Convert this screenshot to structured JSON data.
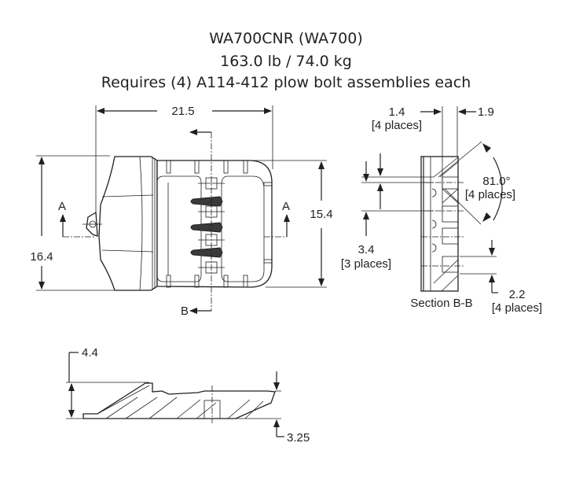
{
  "header": {
    "model": "WA700CNR (WA700)",
    "weight": "163.0 lb / 74.0 kg",
    "requirement": "Requires (4) A114-412 plow bolt assemblies each"
  },
  "top_view": {
    "width_dim": "21.5",
    "overall_height_dim": "16.4",
    "inner_height_dim": "15.4",
    "section_a_left": "A",
    "section_a_right": "A",
    "section_b": "B"
  },
  "section_view": {
    "label": "Section B-B",
    "dim_1_4": "1.4",
    "dim_1_4_note": "[4 places]",
    "dim_1_9": "1.9",
    "angle": "81.0°",
    "angle_note": "[4 places]",
    "dim_3_4": "3.4",
    "dim_3_4_note": "[3 places]",
    "dim_2_2": "2.2",
    "dim_2_2_note": "[4 places]"
  },
  "side_view": {
    "height_dim": "4.4",
    "thickness_dim": "3.25"
  },
  "colors": {
    "ink": "#231f20",
    "background": "#ffffff"
  }
}
